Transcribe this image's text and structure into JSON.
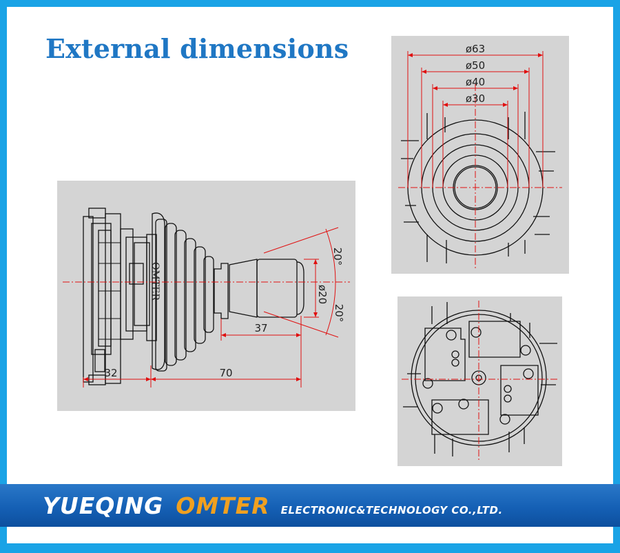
{
  "page": {
    "title": "External dimensions"
  },
  "side_view": {
    "dim_left": "32",
    "dim_overall": "70",
    "dim_handle": "37",
    "dim_diameter": "ø20",
    "angle_top": "20°",
    "angle_bottom": "20°",
    "brand_label": "OMTER"
  },
  "top_view": {
    "d1": "ø63",
    "d2": "ø50",
    "d3": "ø40",
    "d4": "ø30"
  },
  "banner": {
    "company": "YUEQING",
    "brand": "OMTER",
    "tagline": "ELECTRONIC&TECHNOLOGY CO.,LTD."
  },
  "colors": {
    "frame": "#1aa3e6",
    "title": "#1f77c4",
    "dimension_red": "#e01010",
    "banner_brand": "#f0a020"
  }
}
